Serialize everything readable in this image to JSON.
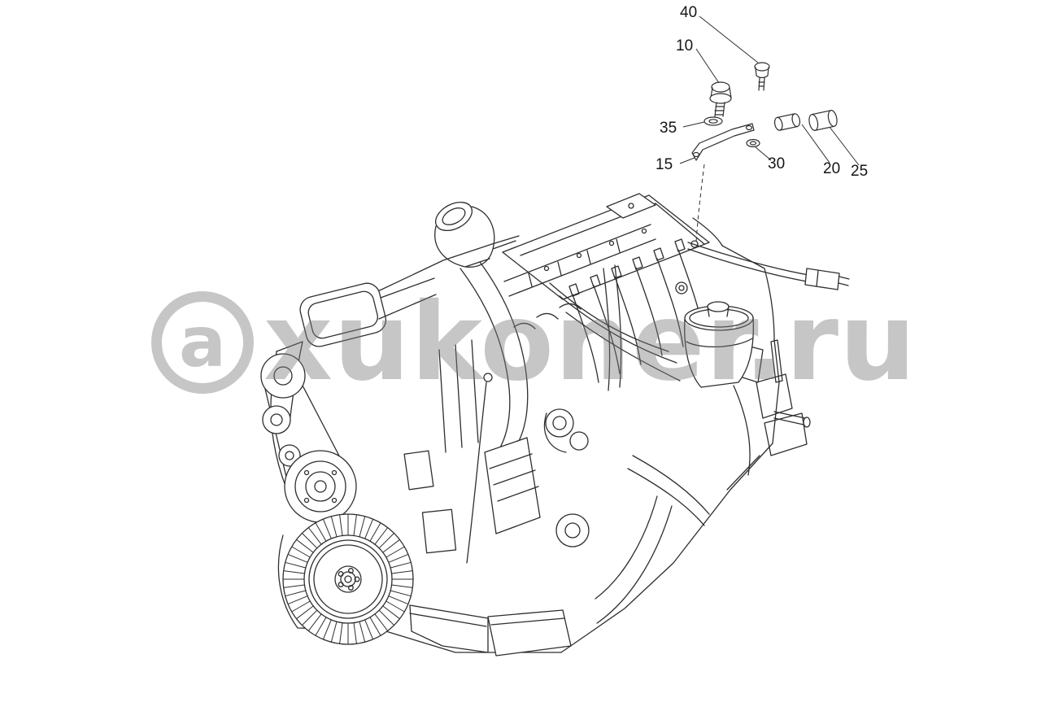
{
  "diagram": {
    "callouts": [
      {
        "label": "40"
      },
      {
        "label": "10"
      },
      {
        "label": "35"
      },
      {
        "label": "15"
      },
      {
        "label": "30"
      },
      {
        "label": "20"
      },
      {
        "label": "25"
      }
    ]
  },
  "watermark": {
    "logo_letter": "a",
    "text": "xukoner.ru"
  },
  "colors": {
    "line": "#2e2e2e",
    "watermark": "#7a7a7a"
  }
}
